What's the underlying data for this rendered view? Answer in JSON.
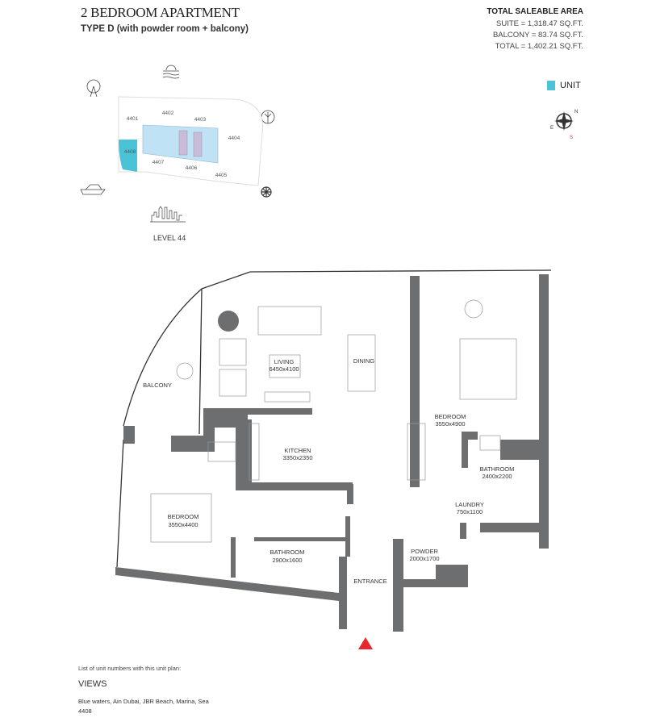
{
  "header": {
    "title": "2 BEDROOM APARTMENT",
    "subtitle": "TYPE D (with powder room + balcony)"
  },
  "saleable_area": {
    "heading": "TOTAL SALEABLE AREA",
    "suite": "SUITE = 1,318.47 SQ.FT.",
    "balcony": "BALCONY = 83.74 SQ.FT.",
    "total": "TOTAL = 1,402.21 SQ.FT."
  },
  "legend": {
    "label": "UNIT",
    "color": "#4bc3d6"
  },
  "key_plan": {
    "level": "LEVEL 44",
    "units": [
      "4401",
      "4402",
      "4403",
      "4404",
      "4405",
      "4406",
      "4407",
      "4408"
    ],
    "highlighted_unit": "4408"
  },
  "rooms": {
    "living": {
      "name": "LIVING",
      "size": "6450x4100"
    },
    "dining": {
      "name": "DINING"
    },
    "balcony": {
      "name": "BALCONY"
    },
    "kitchen": {
      "name": "KITCHEN",
      "size": "3350x2350"
    },
    "bedroom_master": {
      "name": "BEDROOM",
      "size": "3550x4900"
    },
    "bathroom_master": {
      "name": "BATHROOM",
      "size": "2400x2200"
    },
    "laundry": {
      "name": "LAUNDRY",
      "size": "750x1100"
    },
    "bedroom_2": {
      "name": "BEDROOM",
      "size": "3550x4400"
    },
    "bathroom_2": {
      "name": "BATHROOM",
      "size": "2900x1600"
    },
    "powder": {
      "name": "POWDER",
      "size": "2000x1700"
    },
    "entrance": {
      "name": "ENTRANCE"
    }
  },
  "footer": {
    "list_label": "List of unit numbers with this unit plan:",
    "views_heading": "VIEWS",
    "views": "Blue waters, Ain Dubai, JBR Beach, Marina, Sea",
    "unit_numbers": "4408"
  },
  "colors": {
    "wall": "#6d6e70",
    "entrance_marker": "#e8262b",
    "core": "#bfe3f5"
  }
}
